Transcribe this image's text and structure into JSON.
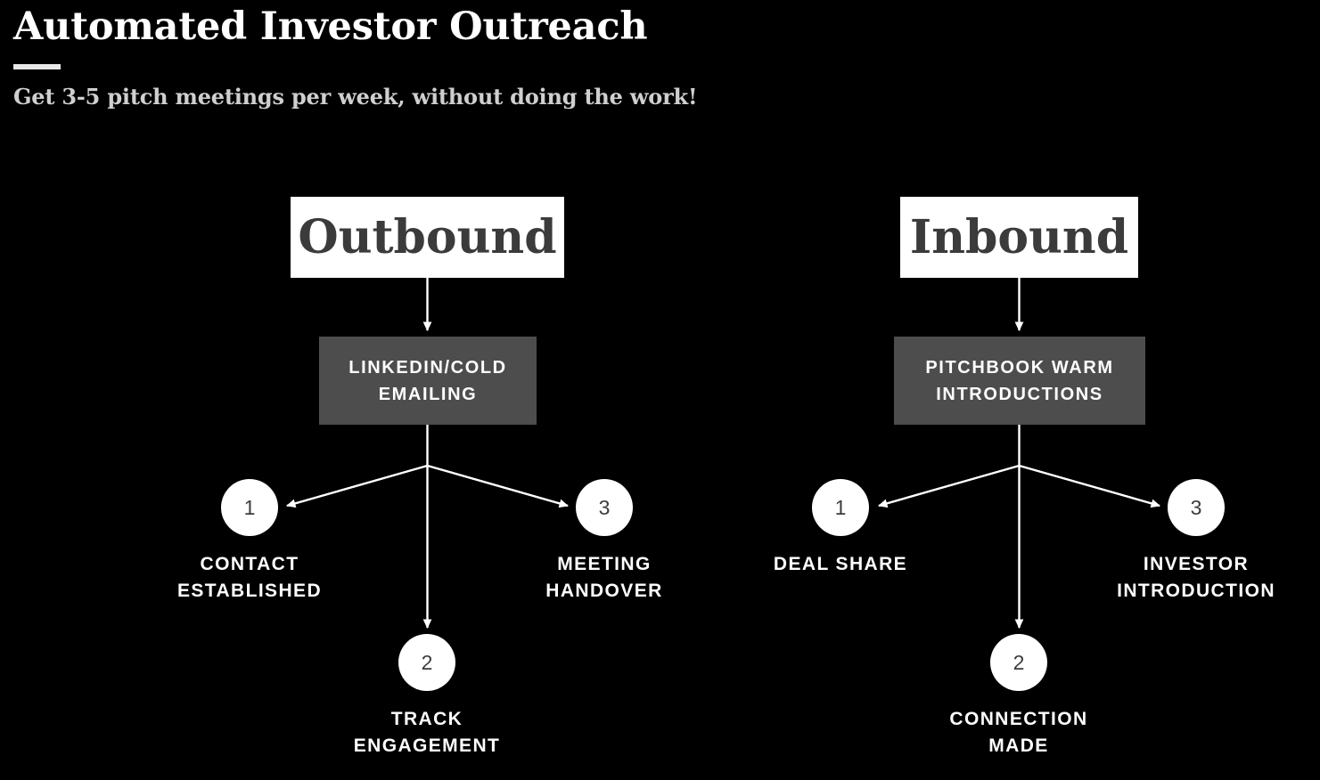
{
  "header": {
    "title": "Automated Investor Outreach",
    "subtitle": "Get 3-5 pitch meetings per week, without doing the work!"
  },
  "colors": {
    "background": "#000000",
    "head_box_fill": "#ffffff",
    "head_box_text": "#3b3b3b",
    "channel_box_fill": "#4d4d4d",
    "channel_box_text": "#ffffff",
    "bubble_fill": "#ffffff",
    "bubble_text": "#3d3d3d",
    "label_text": "#ffffff",
    "connector": "#ffffff",
    "title_text": "#ffffff",
    "subtitle_text": "#cfcfcf",
    "rule": "#e8e8e8"
  },
  "diagram": {
    "type": "flowchart",
    "branches": [
      {
        "id": "outbound",
        "head": "Outbound",
        "channel": "LinkedIn/Cold\nEmailing",
        "steps": [
          {
            "number": "1",
            "label": "Contact\nEstablished"
          },
          {
            "number": "2",
            "label": "Track\nEngagement"
          },
          {
            "number": "3",
            "label": "Meeting\nHandover"
          }
        ]
      },
      {
        "id": "inbound",
        "head": "Inbound",
        "channel": "Pitchbook Warm\nIntroductions",
        "steps": [
          {
            "number": "1",
            "label": "Deal Share"
          },
          {
            "number": "2",
            "label": "Connection\nMade"
          },
          {
            "number": "3",
            "label": "Investor\nIntroduction"
          }
        ]
      }
    ]
  }
}
